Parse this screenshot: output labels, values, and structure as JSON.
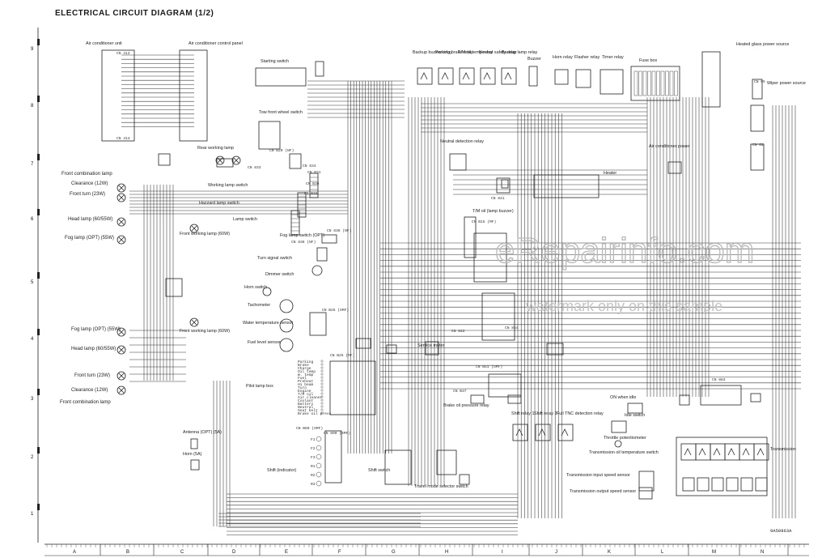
{
  "title": "ELECTRICAL CIRCUIT DIAGRAM (1/2)",
  "row_ticks": [
    "9",
    "8",
    "7",
    "6",
    "5",
    "4",
    "3",
    "2",
    "1"
  ],
  "col_ticks": [
    "A",
    "B",
    "C",
    "D",
    "E",
    "F",
    "G",
    "H",
    "I",
    "J",
    "K",
    "L",
    "M",
    "N"
  ],
  "watermark": {
    "brand": "eRepairinfo.com",
    "note": "watermark only on this sample"
  },
  "doc_code": "9A50863A",
  "labels": {
    "ac_unit": "Air conditioner unit",
    "ac_panel": "Air conditioner control panel",
    "starting_switch": "Starting switch",
    "tow_front_wheel_switch": "Tow front wheel switch",
    "rear_working_lamp": "Rear working lamp",
    "front_combination_lamp_top": "Front combination lamp",
    "clearance_12w_top": "Clearance (12W)",
    "front_turn_top": "Front turn (23W)",
    "head_lamp_top": "Head lamp (60/55W)",
    "fog_lamp_top": "Fog lamp (OPT) (55W)",
    "front_working_lamp_top": "Front working lamp (60W)",
    "working_lamp_switch": "Working lamp switch",
    "hazard_lamp_switch": "Hazzard lamp switch",
    "lamp_switch": "Lamp switch",
    "fog_lamp_switch": "Fog lamp switch (OPT)",
    "turn_signal_switch": "Turn signal switch",
    "dimmer_switch": "Dimmer switch",
    "horn_switch": "Horn switch",
    "tachometer": "Tachometer",
    "water_temp_sensor": "Water temperature sensor",
    "fuel_level_sensor": "Fuel level sensor",
    "fog_lamp_bottom": "Fog lamp (OPT) (55W)",
    "head_lamp_bottom": "Head lamp (60/55W)",
    "front_turn_bottom": "Front turn (23W)",
    "clearance_bottom": "Clearance (12W)",
    "front_combination_lamp_bottom": "Front combination lamp",
    "front_working_lamp_bottom": "Front working lamp (60W)",
    "pilot_lamp_box": "Pilot lamp box",
    "antenna": "Antenna (OPT) (5A)",
    "horn": "Horn (5A)",
    "shift_indicator": "Shift (indicator)",
    "shift_switch": "Shift switch",
    "travel_mode_selector": "Travel mode selector switch",
    "backup_buzzer_relay": "Backup buzzer relay",
    "parking_brake_relay": "Parking brake relay",
    "trm_oil_temp_relay": "T/M oil temp relay",
    "neutral_safety_relay": "Neutral safety relay",
    "backup_lamp_relay": "Backup lamp relay",
    "buzzer": "Buzzer",
    "horn_relay": "Horn relay",
    "flasher_relay": "Flasher relay",
    "timer_relay": "Timer relay",
    "fuse_box": "Fuse box",
    "heated_glass_power": "Heated glass power source",
    "wiper_power_source": "Wiper power source",
    "neutral_detection_relay": "Neutral detection relay",
    "heater": "Heater",
    "trm_oil_lamp_buzzer": "T/M oil (lamp buzzer)",
    "service_meter": "Service meter",
    "brake_oil_pressure_relay": "Brake oil pressure relay",
    "shift_relay_1": "Shift relay 1",
    "shift_relay_2": "Shift relay 2",
    "full_tnc_detection_relay": "Full TNC detection relay",
    "on_when_idle": "ON when idle",
    "idle_switch": "Idle switch",
    "throttle_potentiometer": "Throttle potentiometer",
    "trm_oil_temp_switch": "Transmission oil temperature switch",
    "trm_input_speed_sensor": "Transmission input speed sensor",
    "trm_output_speed_sensor": "Transmission output speed sensor",
    "transmission": "Transmission",
    "ac_power": "Air conditioner power"
  },
  "pilot_items": [
    "Parking",
    "Brake",
    "Charge",
    "Oil temp",
    "W. temp",
    "Fuel",
    "Preheat",
    "Hi beam",
    "Turn",
    "Engine",
    "T/M oil",
    "Air cleaner",
    "Coolant",
    "Battery",
    "Neutral",
    "Seat belt",
    "Brake oil press"
  ],
  "shift_items": [
    "F1",
    "F2",
    "F3",
    "R1",
    "R2",
    "R3"
  ],
  "connector_codes": [
    "CN 413",
    "CN 414",
    "CN 833",
    "CN 834",
    "CN B15 (MF)",
    "CN B20 (NF)",
    "CN 838 (NF)",
    "CN 838 (NF)",
    "CN B25 (MF)",
    "CN B26 (SMF)",
    "CN B31",
    "CN B33",
    "CN B36",
    "CN B37",
    "CN 822",
    "CN 841",
    "CN B51 (SMF)",
    "CN B60 (SMF)",
    "CN 890 (SMF)",
    "CN 854",
    "CN 883",
    "CN 05",
    "CN 02"
  ]
}
